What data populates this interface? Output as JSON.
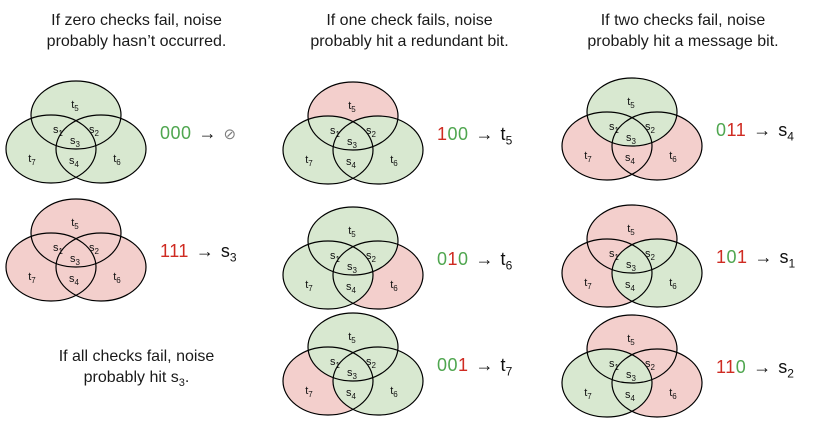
{
  "colors": {
    "pass_fill": "#d8e8d0",
    "fail_fill": "#f3cfcc",
    "pass_digit": "#4fa64f",
    "fail_digit": "#cf2b22",
    "outline": "#000000",
    "empty_set_color": "#7d7d7d",
    "text": "#1a1a1a"
  },
  "arrow_glyph": "→",
  "empty_set_glyph": "⊘",
  "venn_region_labels": [
    {
      "base": "t",
      "sub": "5"
    },
    {
      "base": "s",
      "sub": "1"
    },
    {
      "base": "s",
      "sub": "2"
    },
    {
      "base": "s",
      "sub": "3"
    },
    {
      "base": "t",
      "sub": "7"
    },
    {
      "base": "s",
      "sub": "4"
    },
    {
      "base": "t",
      "sub": "6"
    }
  ],
  "columns": [
    {
      "id": "zero-checks-fail",
      "heading_line1": "If zero checks fail, noise",
      "heading_line2": "probably hasn’t occurred.",
      "diagrams": [
        {
          "bits": "000",
          "result_base": "⊘",
          "result_sub": "",
          "result_is_empty_set": true
        },
        {
          "bits": "111",
          "result_base": "s",
          "result_sub": "3",
          "result_is_empty_set": false
        }
      ],
      "footer_line1": "If all checks fail, noise",
      "footer_line2_prefix": "probably hit s",
      "footer_line2_sub": "3",
      "footer_line2_suffix": "."
    },
    {
      "id": "one-check-fails",
      "heading_line1": "If one check fails, noise",
      "heading_line2": "probably hit a redundant bit.",
      "diagrams": [
        {
          "bits": "100",
          "result_base": "t",
          "result_sub": "5",
          "result_is_empty_set": false
        },
        {
          "bits": "010",
          "result_base": "t",
          "result_sub": "6",
          "result_is_empty_set": false
        },
        {
          "bits": "001",
          "result_base": "t",
          "result_sub": "7",
          "result_is_empty_set": false
        }
      ]
    },
    {
      "id": "two-checks-fail",
      "heading_line1": "If two checks fail, noise",
      "heading_line2": "probably hit a message bit.",
      "diagrams": [
        {
          "bits": "011",
          "result_base": "s",
          "result_sub": "4",
          "result_is_empty_set": false
        },
        {
          "bits": "101",
          "result_base": "s",
          "result_sub": "1",
          "result_is_empty_set": false
        },
        {
          "bits": "110",
          "result_base": "s",
          "result_sub": "2",
          "result_is_empty_set": false
        }
      ]
    }
  ]
}
